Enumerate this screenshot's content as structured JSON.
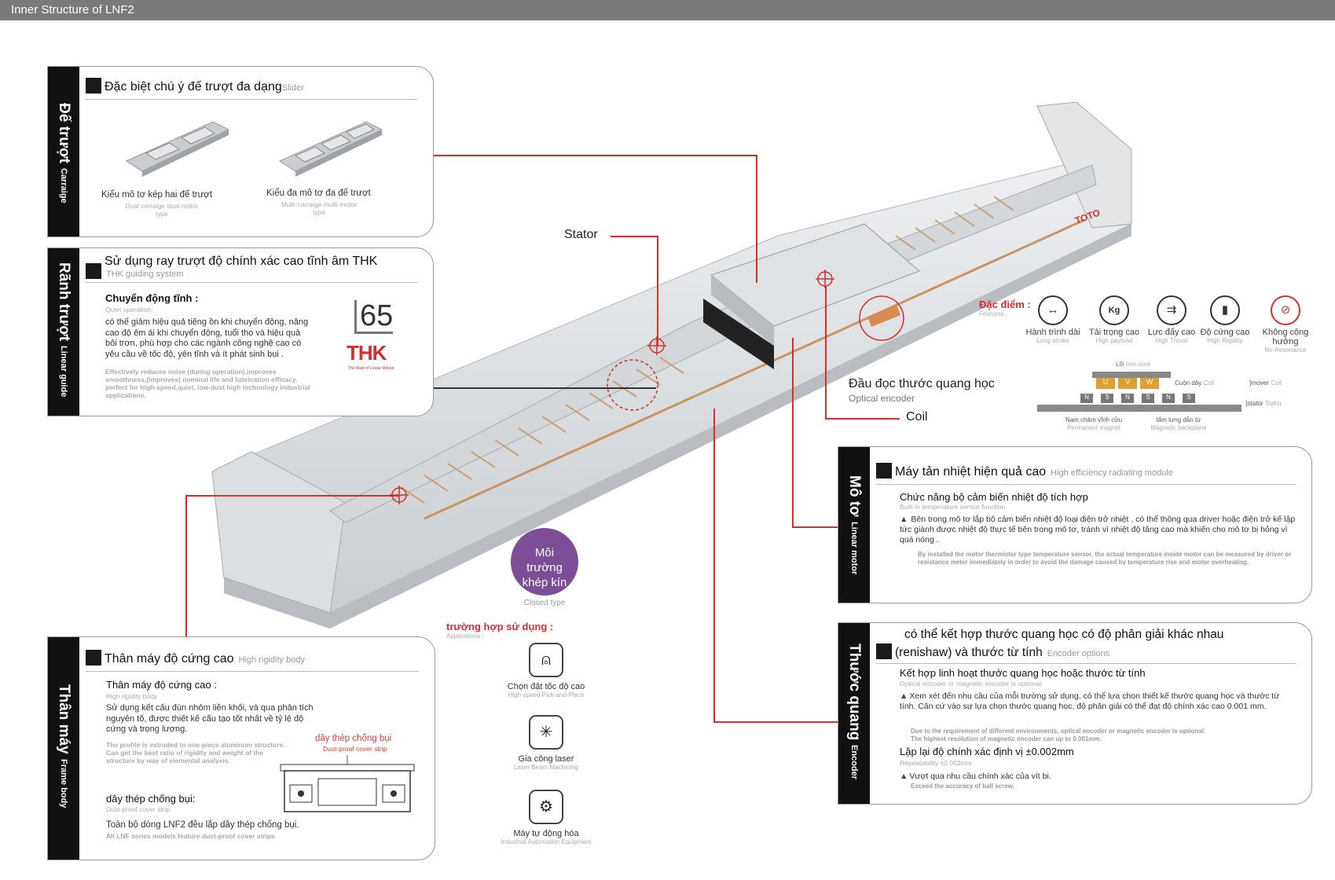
{
  "title": "Inner Structure of LNF2",
  "callouts": {
    "stator": "Stator",
    "encoder_vi": "Đầu đọc thước quang học",
    "encoder_en": "Optical encoder",
    "coil": "Coil",
    "brand": "TOTO"
  },
  "slider_card": {
    "tab_vi": "Đế trượt",
    "tab_en": "Carraige",
    "title": "Đặc biệt chú ý đế trượt đa dạng",
    "title_en": "Slider",
    "type1_vi": "Kiểu mô tơ kép hai đế trượt",
    "type1_en": "Dual carraige dual motor type",
    "type2_vi": "Kiểu đa mô tơ đa đế trượt",
    "type2_en": "Multi-carraige multi-motor type"
  },
  "guide_card": {
    "tab_vi": "Rãnh trượt",
    "tab_en": "Linear guide",
    "title": "Sử dụng ray trượt độ chính xác cao tĩnh âm THK",
    "title_en": "THK guiding system",
    "sub_vi": "Chuyển động tĩnh :",
    "sub_en": "Quiet operation:",
    "body_vi": "có thể giảm hiệu quả tiếng ồn khi chuyển động, nâng cao độ êm ái khi chuyển động, tuổi thọ và hiệu quả bôi trơn, phù hợp cho các ngành công nghệ cao có yêu cầu về tốc độ, yên tĩnh và ít phát sinh bụi .",
    "body_en": "Effectively reduces noise (during operation),improves smoothness,(improves) nominal life and lubrication efficacy. perfect for high-speed,quiet, low-dust high technology industrial applications.",
    "badge_num": "65",
    "badge_logo": "THK",
    "badge_small": "The Mark of Linear Motion"
  },
  "body_card": {
    "tab_vi": "Thân máy",
    "tab_en": "Frame body",
    "title": "Thân máy độ cứng cao",
    "title_en": "High rigidity body",
    "sub1_vi": "Thân máy độ cứng cao :",
    "sub1_en": "High rigidity body",
    "body1_vi": "Sử dụng kết cấu đùn nhôm liền khối, và qua phân tích nguyên tố, được thiết kế cấu tạo tốt nhất về tỷ lệ độ cứng và trọng lượng.",
    "body1_en": "The profile is extruded to one-piece aluminum structure. Can get the best ratio of rigidity and weight of the structure by way of elemental analysis.",
    "strip_vi": "dây thép chống bụi",
    "strip_en": "Dust-proof cover strip",
    "sub2_vi": "dây thép chống bụi:",
    "sub2_en": "Dust-proof cover strip",
    "body2_vi": "Toàn bộ dòng LNF2 đều lắp dây thép chống bụi.",
    "body2_en": "All LNF series models feature dust-proof cover strips"
  },
  "motor_card": {
    "tab_vi": "Mô tơ",
    "tab_en": "Linear motor",
    "title": "Máy tản nhiệt hiện quả cao",
    "title_en": "High efficiency radiating module",
    "sub_vi": "Chức năng bộ cảm biến nhiệt độ tích hợp",
    "sub_en": "Built-in temperature sensor function",
    "body_vi": "Bên trong mô tơ lắp bộ cảm biến nhiệt độ loại điện trở nhiệt , có thể thông qua driver hoặc điện trở kế lập tức giành được nhiệt độ thực tế bên trong mô tơ, tránh vì nhiệt độ tăng cao mà khiến cho mô tơ bị hỏng vì quá nóng .",
    "body_en": "By installed the motor thermistor type temperature sensor, the actual temperature inside motor can be measured by driver or resistance meter immediately in order to avoid the damage caused by temperature rise and motor overheating."
  },
  "encoder_card": {
    "tab_vi": "Thước quang",
    "tab_en": "Encoder",
    "title1": "có thể kết hợp thước quang học có độ phân giải khác nhau",
    "title2": "(renishaw) và thước từ tính",
    "title_en": "Encoder options",
    "sub1_vi": "Kết hợp linh hoạt thước quang học hoặc thước từ tính",
    "sub1_en": "Optical encoder or magnetic encoder is optional.",
    "body1_vi": "Xem xét đến nhu cầu của mỗi trường sử dụng, có thể lựa chọn thiết kế thước quang học và thước từ tính. Căn cứ vào sự lựa chọn thước quang học, độ phân giải có thể đạt độ chính xác cao 0.001 mm.",
    "body1_en1": "Due to the requirement of different environments, optical encoder or magnetic encoder is optional.",
    "body1_en2": "The highest resolution of magnetic encoder can up to 0.001mm.",
    "sub2_vi": "Lặp lại độ chính xác định vị ±0.002mm",
    "sub2_en": "Repeatability ±0.002mm",
    "body2_vi": "Vượt qua nhu cầu chính xác của vít bi.",
    "body2_en": "Exceed the accuracy of ball screw."
  },
  "features": {
    "label_vi": "Đặc điểm :",
    "label_en": "Features :",
    "items": [
      {
        "vi": "Hành trình dài",
        "en": "Long stroke",
        "icon": "↔"
      },
      {
        "vi": "Tải trọng cao",
        "en": "High payload",
        "icon": "Kg"
      },
      {
        "vi": "Lực đẩy cao",
        "en": "High Thrust",
        "icon": "⇉"
      },
      {
        "vi": "Độ cứng cao",
        "en": "High Rigidity",
        "icon": "▮"
      },
      {
        "vi": "Không cộng hưởng",
        "en": "No Resonance",
        "icon": "⊘"
      }
    ]
  },
  "motor_diagram": {
    "iron_core_vi": "Lõi",
    "iron_core_en": "Iron core",
    "coil_vi": "Cuộn dây",
    "coil_en": "Coil",
    "mover_vi": "mover",
    "mover_en": "Coil",
    "stator_vi": "stator",
    "stator_en": "Stator",
    "magnet_vi": "Nam châm vĩnh cửu",
    "magnet_en": "Permanent magnet",
    "backplane_vi": "tấm lưng dẫn từ",
    "backplane_en": "Magnetic backplane",
    "phases": [
      "U",
      "V",
      "W"
    ],
    "poles": [
      "N",
      "S",
      "N",
      "S",
      "N",
      "S"
    ]
  },
  "closed": {
    "vi": "Môi trường khép kín",
    "en": "Closed type"
  },
  "applications": {
    "label_vi": "trường hợp sử dụng :",
    "label_en": "Applications :",
    "items": [
      {
        "vi": "Chọn đặt tốc độ cao",
        "en": "High-speed Pick-and-Place",
        "icon": "⍝"
      },
      {
        "vi": "Gia công laser",
        "en": "Laser Beam Machining",
        "icon": "✳"
      },
      {
        "vi": "Máy tự động hóa",
        "en": "Industrial Automation Equipment",
        "icon": "⚙"
      }
    ]
  }
}
